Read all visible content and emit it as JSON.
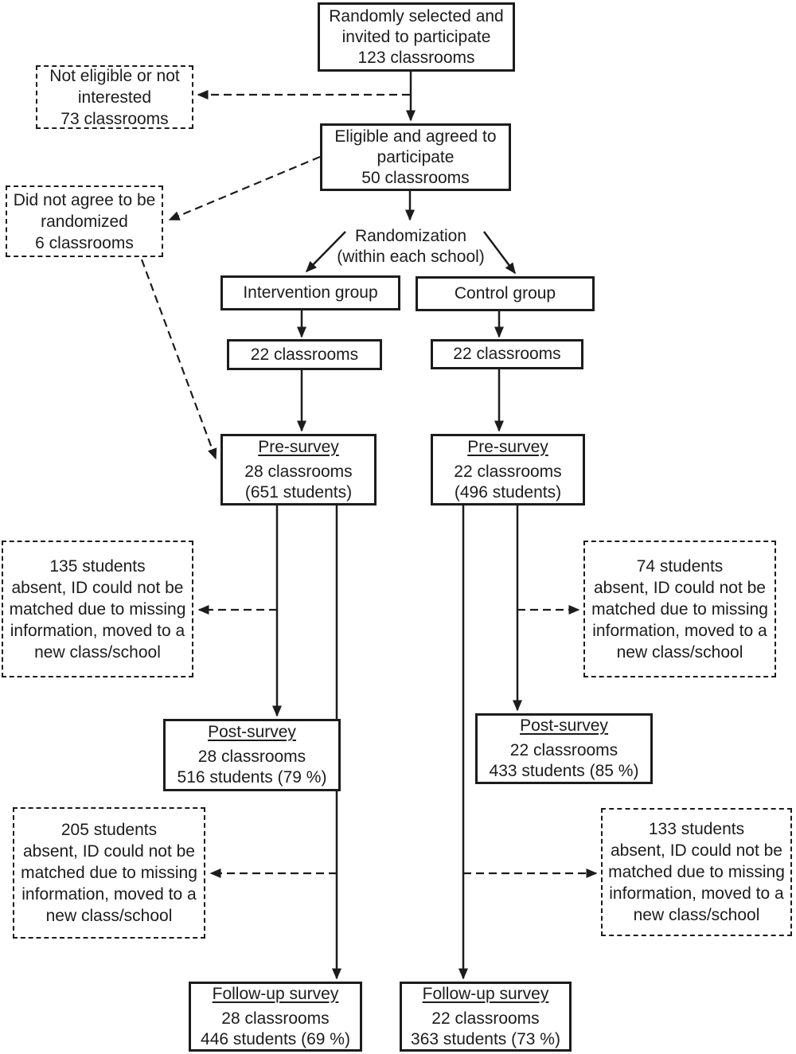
{
  "colors": {
    "ink": "#1c1c1c",
    "background": "#ffffff"
  },
  "nodes": {
    "invited": {
      "lines": [
        "Randomly selected and",
        "invited to participate",
        "123 classrooms"
      ]
    },
    "not_eligible": {
      "lines": [
        "Not eligible or not",
        "interested",
        "73 classrooms"
      ]
    },
    "eligible": {
      "lines": [
        "Eligible and agreed to",
        "participate",
        "50 classrooms"
      ]
    },
    "not_randomized": {
      "lines": [
        "Did not agree to be",
        "randomized",
        "6 classrooms"
      ]
    },
    "randomization": {
      "lines": [
        "Randomization",
        "(within each school)"
      ]
    },
    "intervention_group": {
      "label": "Intervention group"
    },
    "control_group": {
      "label": "Control group"
    },
    "intervention_classrooms": {
      "label": "22 classrooms"
    },
    "control_classrooms": {
      "label": "22 classrooms"
    },
    "intervention_pre_survey": {
      "title": "Pre-survey",
      "lines": [
        "28 classrooms",
        "(651 students)"
      ]
    },
    "control_pre_survey": {
      "title": "Pre-survey",
      "lines": [
        "22 classrooms",
        "(496 students)"
      ]
    },
    "intervention_pre_post_loss": {
      "lines": [
        "135 students",
        "absent, ID could not be",
        "matched due to missing",
        "information, moved to a",
        "new class/school"
      ]
    },
    "control_pre_post_loss": {
      "lines": [
        "74 students",
        "absent, ID could not be",
        "matched due to missing",
        "information, moved to a",
        "new class/school"
      ]
    },
    "intervention_post_survey": {
      "title": "Post-survey",
      "lines": [
        "28 classrooms",
        "516 students (79 %)"
      ]
    },
    "control_post_survey": {
      "title": "Post-survey",
      "lines": [
        "22 classrooms",
        "433 students (85 %)"
      ]
    },
    "intervention_followup_loss": {
      "lines": [
        "205 students",
        "absent, ID could not be",
        "matched due to missing",
        "information, moved to a",
        "new class/school"
      ]
    },
    "control_followup_loss": {
      "lines": [
        "133 students",
        "absent, ID could not be",
        "matched due to missing",
        "information, moved to a",
        "new class/school"
      ]
    },
    "intervention_followup_survey": {
      "title": "Follow-up survey",
      "lines": [
        "28 classrooms",
        "446 students (69 %)"
      ]
    },
    "control_followup_survey": {
      "title": "Follow-up survey",
      "lines": [
        "22 classrooms",
        "363 students (73 %)"
      ]
    }
  }
}
